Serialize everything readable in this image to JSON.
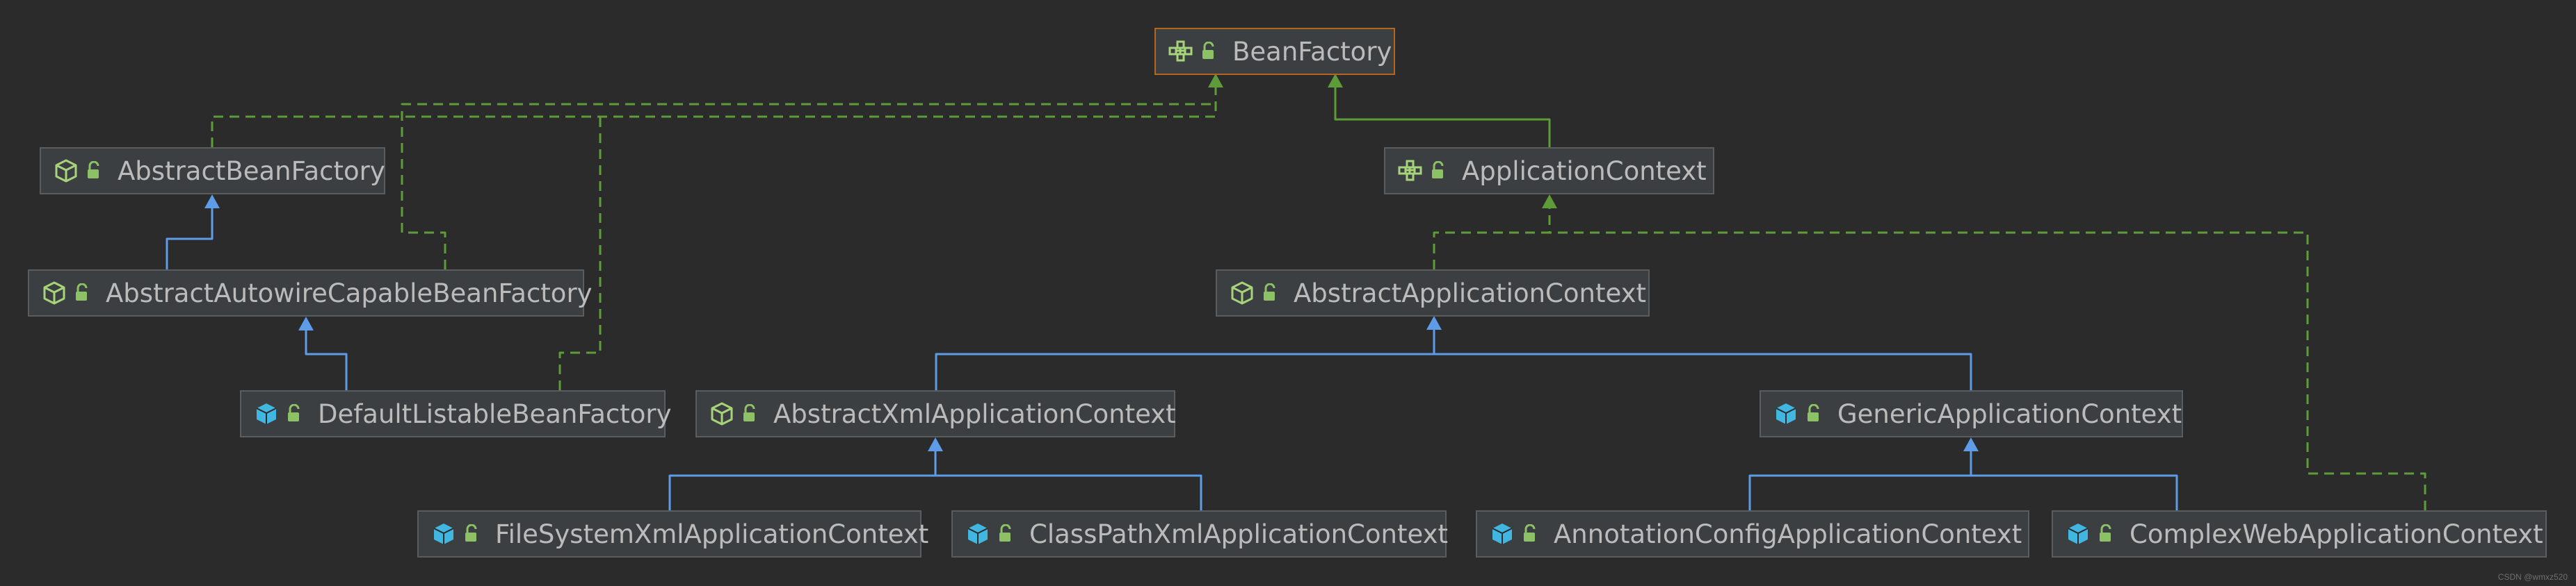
{
  "diagram": {
    "nodes": {
      "bean_factory": {
        "label": "BeanFactory",
        "kind": "interface"
      },
      "abstract_bean_factory": {
        "label": "AbstractBeanFactory",
        "kind": "abstract"
      },
      "application_context": {
        "label": "ApplicationContext",
        "kind": "interface"
      },
      "abstract_autowire": {
        "label": "AbstractAutowireCapableBeanFactory",
        "kind": "abstract"
      },
      "abstract_app_context": {
        "label": "AbstractApplicationContext",
        "kind": "abstract"
      },
      "default_listable": {
        "label": "DefaultListableBeanFactory",
        "kind": "class"
      },
      "abstract_xml": {
        "label": "AbstractXmlApplicationContext",
        "kind": "abstract"
      },
      "generic_app_context": {
        "label": "GenericApplicationContext",
        "kind": "class"
      },
      "filesystem_xml": {
        "label": "FileSystemXmlApplicationContext",
        "kind": "class"
      },
      "classpath_xml": {
        "label": "ClassPathXmlApplicationContext",
        "kind": "class"
      },
      "annotation_config": {
        "label": "AnnotationConfigApplicationContext",
        "kind": "class"
      },
      "complex_web": {
        "label": "ComplexWebApplicationContext",
        "kind": "class"
      }
    },
    "edges": [
      {
        "from": "abstract_autowire",
        "to": "abstract_bean_factory",
        "type": "extends"
      },
      {
        "from": "default_listable",
        "to": "abstract_autowire",
        "type": "extends"
      },
      {
        "from": "abstract_bean_factory",
        "to": "bean_factory",
        "type": "implements"
      },
      {
        "from": "abstract_autowire",
        "to": "bean_factory",
        "type": "implements"
      },
      {
        "from": "default_listable",
        "to": "bean_factory",
        "type": "implements"
      },
      {
        "from": "application_context",
        "to": "bean_factory",
        "type": "extends-interface"
      },
      {
        "from": "abstract_app_context",
        "to": "application_context",
        "type": "implements"
      },
      {
        "from": "complex_web",
        "to": "application_context",
        "type": "implements"
      },
      {
        "from": "abstract_xml",
        "to": "abstract_app_context",
        "type": "extends"
      },
      {
        "from": "generic_app_context",
        "to": "abstract_app_context",
        "type": "extends"
      },
      {
        "from": "filesystem_xml",
        "to": "abstract_xml",
        "type": "extends"
      },
      {
        "from": "classpath_xml",
        "to": "abstract_xml",
        "type": "extends"
      },
      {
        "from": "annotation_config",
        "to": "generic_app_context",
        "type": "extends"
      },
      {
        "from": "complex_web",
        "to": "generic_app_context",
        "type": "extends"
      }
    ],
    "colors": {
      "background": "#2b2b2b",
      "node_fill": "#3c3f41",
      "node_border": "#5a5d5f",
      "root_border": "#b5651d",
      "label": "#bbbbbb",
      "extends_edge": "#5e9ce8",
      "implements_edge": "#5e9c3a",
      "interface_icon": "#a7d47a",
      "class_icon": "#40b6e0",
      "lock_icon": "#8cc265"
    },
    "icons": {
      "interface": "interface-icon",
      "abstract": "abstract-class-icon",
      "class": "class-icon",
      "visibility": "public-lock-icon"
    }
  },
  "watermark": "CSDN @wmxz520"
}
